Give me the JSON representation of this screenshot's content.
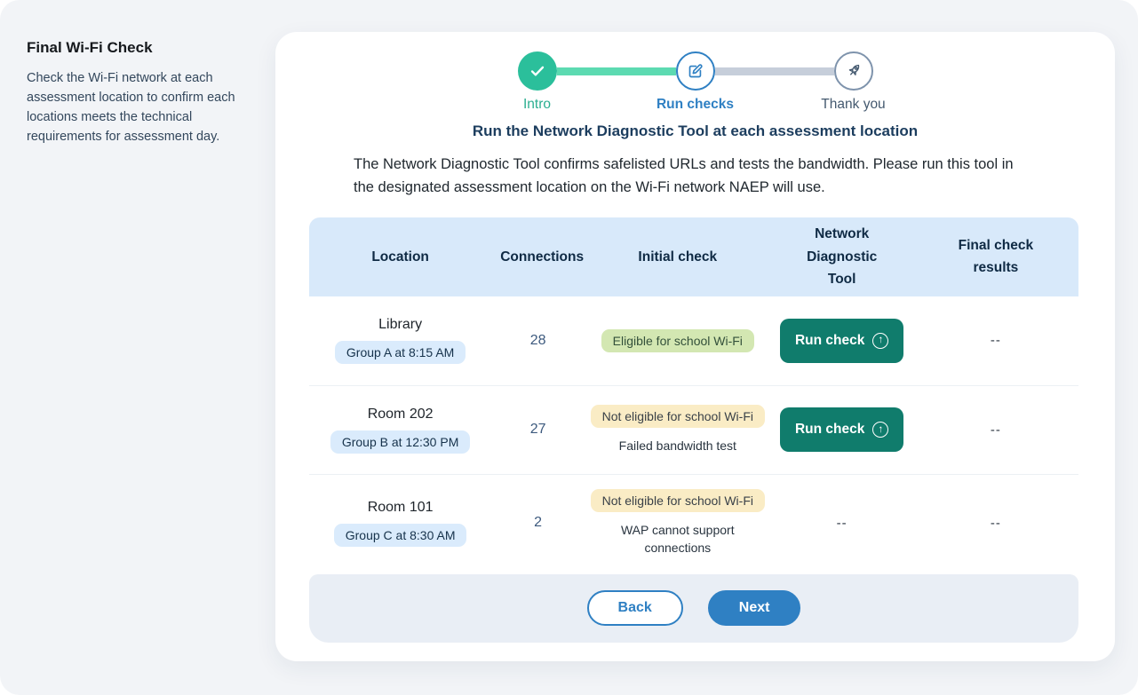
{
  "sidebar": {
    "title": "Final Wi-Fi Check",
    "description": "Check the Wi-Fi network at each assessment location to confirm each locations meets the technical requirements for assessment day."
  },
  "stepper": {
    "steps": [
      {
        "label": "Intro",
        "state": "complete",
        "icon": "check-icon"
      },
      {
        "label": "Run checks",
        "state": "active",
        "icon": "edit-icon"
      },
      {
        "label": "Thank you",
        "state": "upcoming",
        "icon": "rocket-icon"
      }
    ]
  },
  "main": {
    "heading": "Run the Network Diagnostic Tool at each assessment location",
    "description": "The Network Diagnostic Tool confirms safelisted URLs and tests the bandwidth. Please run this tool in the designated assessment location on the Wi-Fi network NAEP will use."
  },
  "table": {
    "columns": [
      "Location",
      "Connections",
      "Initial check",
      "Network Diagnostic Tool",
      "Final check results"
    ],
    "rows": [
      {
        "location": "Library",
        "group": "Group A at 8:15 AM",
        "connections": "28",
        "initial_status": "Eligible for school Wi-Fi",
        "initial_note": "",
        "ndt_button": "Run check",
        "final_result": "--"
      },
      {
        "location": "Room 202",
        "group": "Group B at 12:30 PM",
        "connections": "27",
        "initial_status": "Not eligible for school Wi-Fi",
        "initial_note": "Failed bandwidth test",
        "ndt_button": "Run check",
        "final_result": "--"
      },
      {
        "location": "Room 101",
        "group": "Group C at 8:30 AM",
        "connections": "2",
        "initial_status": "Not eligible for school Wi-Fi",
        "initial_note": "WAP cannot support connections",
        "ndt_placeholder": "--",
        "final_result": "--"
      }
    ]
  },
  "footer": {
    "back_label": "Back",
    "next_label": "Next"
  },
  "colors": {
    "accent_blue": "#2F80C3",
    "accent_green": "#2BBF9B",
    "button_teal": "#107C6C",
    "header_blue": "#D8E9FA",
    "pill_blue": "#DAEBFC",
    "pill_green": "#D3E7B2",
    "pill_yellow": "#FAECC5",
    "footer_band": "#E9EEF5",
    "page_bg": "#F2F4F7"
  }
}
